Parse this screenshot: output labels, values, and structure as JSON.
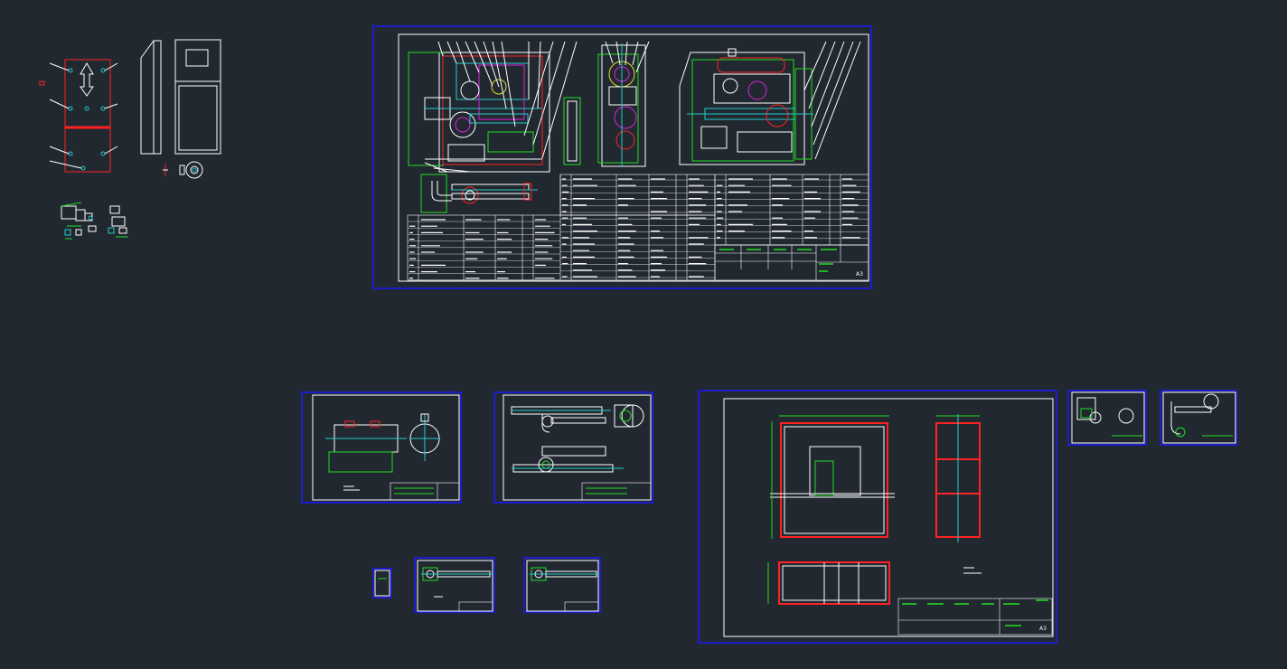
{
  "app": {
    "view": "model-space",
    "background_color": "#212830"
  },
  "colors": {
    "sheet_border": "#1a1aff",
    "line_white": "#ffffff",
    "line_green": "#22dd22",
    "line_cyan": "#22cccc",
    "line_red": "#ff2222",
    "line_magenta": "#dd22dd",
    "line_yellow": "#dddd22"
  },
  "sheets": {
    "main_assembly": {
      "size_label": "A3"
    },
    "frame_detail": {
      "size_label": "A3"
    }
  }
}
